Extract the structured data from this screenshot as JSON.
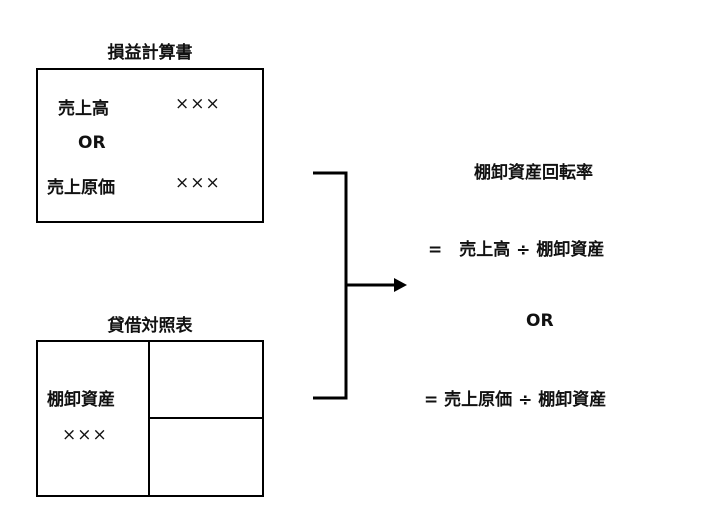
{
  "income_statement": {
    "title": "損益計算書",
    "row1_label": "売上高",
    "row1_value": "×××",
    "or_label": "OR",
    "row2_label": "売上原価",
    "row2_value": "×××"
  },
  "balance_sheet": {
    "title": "貸借対照表",
    "inventory_label": "棚卸資産",
    "inventory_value": "×××"
  },
  "formula": {
    "title": "棚卸資産回転率",
    "line1": "=　売上高 ÷ 棚卸資産",
    "or_label": "OR",
    "line2": "= 売上原価 ÷ 棚卸資産"
  }
}
